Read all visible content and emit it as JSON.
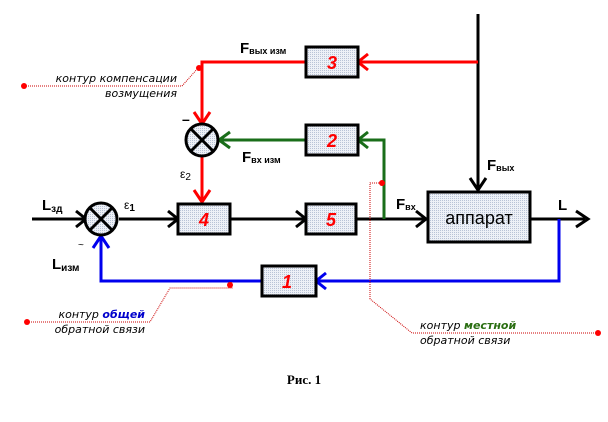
{
  "diagram": {
    "type": "control-loop-block-diagram",
    "colors": {
      "main": "#000000",
      "compensation": "#ff0000",
      "local_feedback": "#1a6e1a",
      "general_feedback": "#0000ee",
      "annotation": "#cc0000",
      "block_fill": "#dde3ee",
      "block_number": "#ff0000"
    },
    "blocks": [
      {
        "id": "1",
        "label": "1"
      },
      {
        "id": "2",
        "label": "2"
      },
      {
        "id": "3",
        "label": "3"
      },
      {
        "id": "4",
        "label": "4"
      },
      {
        "id": "5",
        "label": "5"
      },
      {
        "id": "apparatus",
        "label": "аппарат"
      }
    ],
    "signals": {
      "l_zad": {
        "main": "L",
        "sub": "зд"
      },
      "l_izm": {
        "main": "L",
        "sub": "изм"
      },
      "eps1": {
        "main": "ε",
        "sub": "1"
      },
      "eps2": {
        "main": "ε",
        "sub": "2"
      },
      "f_vyh_izm": {
        "main": "F",
        "sub": "вых изм"
      },
      "f_vh_izm": {
        "main": "F",
        "sub": "вх изм"
      },
      "f_vh": {
        "main": "F",
        "sub": "вх"
      },
      "f_vyh": {
        "main": "F",
        "sub": "вых"
      },
      "l_out": {
        "main": "L",
        "sub": ""
      }
    },
    "signs": {
      "minus_top": "–",
      "minus_bottom": "~"
    },
    "annotations": {
      "compensation": {
        "line1": "контур компенсации",
        "line2": "возмущения"
      },
      "general": {
        "line1_prefix": "контур ",
        "line1_highlight": "общей",
        "line2": "обратной связи"
      },
      "local": {
        "line1_prefix": "контур ",
        "line1_highlight": "местной",
        "line2": "обратной связи"
      }
    },
    "caption": "Рис. 1"
  }
}
